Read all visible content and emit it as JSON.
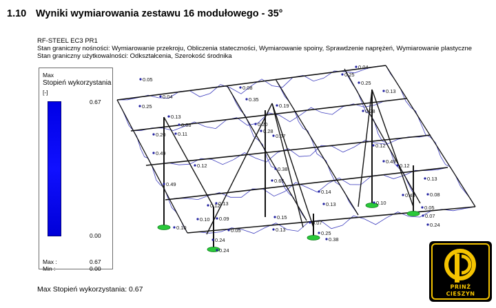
{
  "heading": {
    "number": "1.10",
    "title": "Wyniki wymiarowania zestawu 16 modułowego - 35°"
  },
  "meta": {
    "line1": "RF-STEEL EC3 PR1",
    "line2": "Stan graniczny nośności: Wymiarowanie przekroju, Obliczenia stateczności, Wymiarowanie spoiny, Sprawdzenie naprężeń, Wymiarowanie plastyczne",
    "line3": "Stan graniczny użytkowalności: Odkształcenia, Szerokość środnika"
  },
  "legend": {
    "title1": "Max",
    "title2": "Stopień wykorzystania",
    "unit": "[-]",
    "top_value": "0.67",
    "bottom_value": "0.00",
    "max_label": "Max :",
    "max_value": "0.67",
    "min_label": "Min :",
    "min_value": "0.00",
    "bar_color": "#0000ee"
  },
  "footer": "Max Stopień wykorzystania: 0.67",
  "logo": {
    "line1": "PRINŻ",
    "line2": "CIESZYN",
    "color": "#f5c400"
  },
  "diagram_labels": [
    "0.05",
    "0.04",
    "0.25",
    "0.35",
    "0.19",
    "0.25",
    "0.08",
    "0.13",
    "0.25",
    "0.13",
    "0.08",
    "0.04",
    "0.20",
    "0.11",
    "0.28",
    "0.28",
    "0.07",
    "0.12",
    "0.12",
    "0.49",
    "0.20",
    "0.12",
    "0.49",
    "0.43",
    "0.65",
    "0.14",
    "0.38",
    "0.13",
    "0.13",
    "0.13",
    "0.12",
    "0.10",
    "0.08",
    "0.09",
    "0.05",
    "0.10",
    "0.07",
    "0.05",
    "0.15",
    "0.13",
    "0.07",
    "0.24",
    "0.24",
    "0.24",
    "0.25",
    "0.38",
    "0.10",
    "0.49"
  ]
}
